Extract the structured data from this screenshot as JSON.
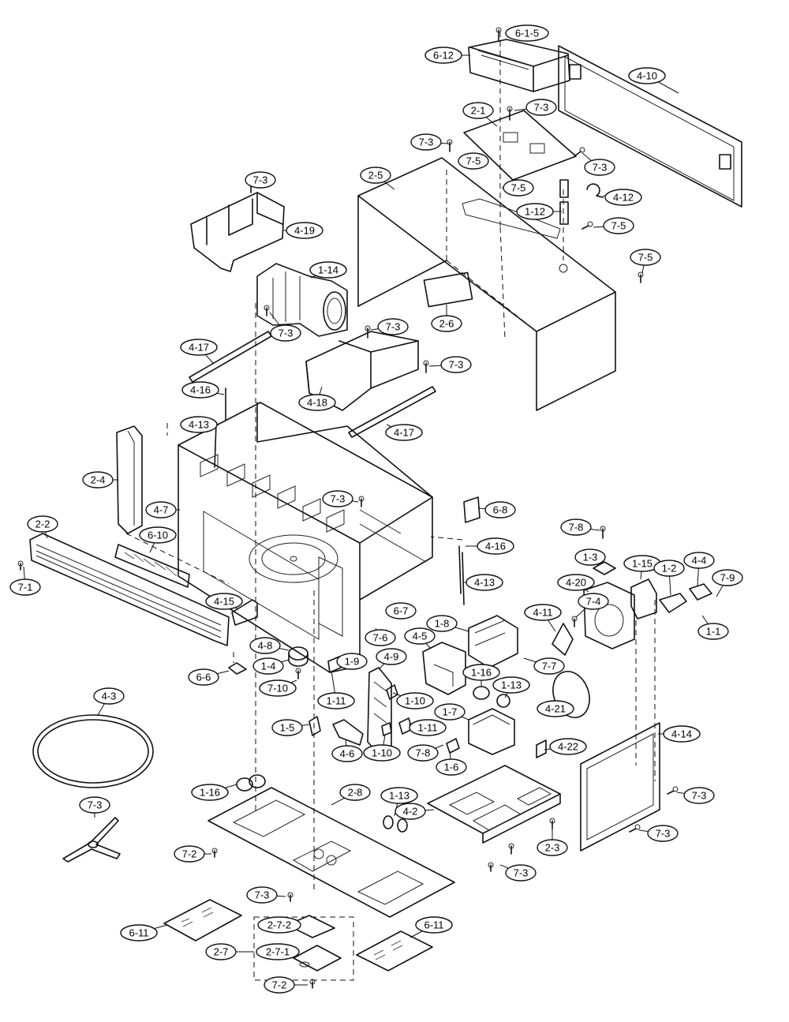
{
  "callouts": [
    {
      "label": "6-1-5"
    },
    {
      "label": "6-12"
    },
    {
      "label": "4-10"
    },
    {
      "label": "2-1"
    },
    {
      "label": "7-3"
    },
    {
      "label": "7-3"
    },
    {
      "label": "7-3"
    },
    {
      "label": "7-5"
    },
    {
      "label": "7-5"
    },
    {
      "label": "4-12"
    },
    {
      "label": "2-5"
    },
    {
      "label": "1-12"
    },
    {
      "label": "7-5"
    },
    {
      "label": "7-5"
    },
    {
      "label": "7-3"
    },
    {
      "label": "4-19"
    },
    {
      "label": "1-14"
    },
    {
      "label": "2-6"
    },
    {
      "label": "7-3"
    },
    {
      "label": "7-3"
    },
    {
      "label": "7-3"
    },
    {
      "label": "4-17"
    },
    {
      "label": "4-16"
    },
    {
      "label": "4-18"
    },
    {
      "label": "4-13"
    },
    {
      "label": "4-17"
    },
    {
      "label": "2-4"
    },
    {
      "label": "4-7"
    },
    {
      "label": "7-3"
    },
    {
      "label": "6-8"
    },
    {
      "label": "2-2"
    },
    {
      "label": "6-10"
    },
    {
      "label": "7-8"
    },
    {
      "label": "4-16"
    },
    {
      "label": "1-3"
    },
    {
      "label": "1-15"
    },
    {
      "label": "1-2"
    },
    {
      "label": "4-4"
    },
    {
      "label": "7-9"
    },
    {
      "label": "7-1"
    },
    {
      "label": "4-20"
    },
    {
      "label": "4-13"
    },
    {
      "label": "7-4"
    },
    {
      "label": "1-1"
    },
    {
      "label": "4-15"
    },
    {
      "label": "6-7"
    },
    {
      "label": "1-8"
    },
    {
      "label": "4-11"
    },
    {
      "label": "7-6"
    },
    {
      "label": "4-5"
    },
    {
      "label": "7-7"
    },
    {
      "label": "4-8"
    },
    {
      "label": "1-9"
    },
    {
      "label": "4-9"
    },
    {
      "label": "6-6"
    },
    {
      "label": "1-4"
    },
    {
      "label": "1-16"
    },
    {
      "label": "1-13"
    },
    {
      "label": "7-10"
    },
    {
      "label": "1-10"
    },
    {
      "label": "4-21"
    },
    {
      "label": "1-11"
    },
    {
      "label": "4-3"
    },
    {
      "label": "1-7"
    },
    {
      "label": "1-5"
    },
    {
      "label": "1-11"
    },
    {
      "label": "4-14"
    },
    {
      "label": "4-6"
    },
    {
      "label": "1-10"
    },
    {
      "label": "7-8"
    },
    {
      "label": "1-6"
    },
    {
      "label": "4-22"
    },
    {
      "label": "1-16"
    },
    {
      "label": "2-8"
    },
    {
      "label": "1-13"
    },
    {
      "label": "7-3"
    },
    {
      "label": "4-2"
    },
    {
      "label": "2-3"
    },
    {
      "label": "7-3"
    },
    {
      "label": "7-2"
    },
    {
      "label": "7-3"
    },
    {
      "label": "7-3"
    },
    {
      "label": "7-3"
    },
    {
      "label": "2-7-2"
    },
    {
      "label": "6-11"
    },
    {
      "label": "6-11"
    },
    {
      "label": "2-7"
    },
    {
      "label": "2-7-1"
    },
    {
      "label": "7-2"
    }
  ]
}
